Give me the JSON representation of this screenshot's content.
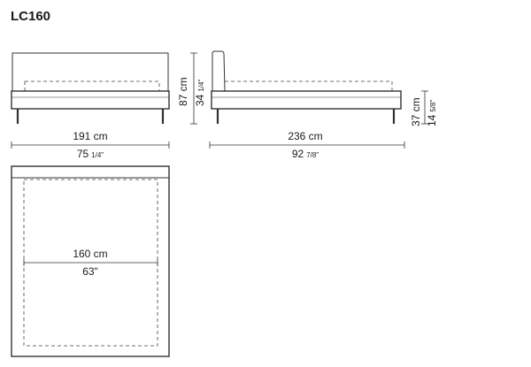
{
  "model": "LC160",
  "front_view": {
    "height_total": "87 cm",
    "height_inch_whole": "34",
    "height_inch_frac": "1/4\"",
    "width_cm": "191 cm",
    "width_inch_whole": "75",
    "width_inch_frac": "1/4\""
  },
  "side_view": {
    "height_frame": "37 cm",
    "height_inch_whole": "14",
    "height_inch_frac": "5/8\"",
    "length_cm": "236 cm",
    "length_inch_whole": "92",
    "length_inch_frac": "7/8\""
  },
  "plan_view": {
    "mattress_width_cm": "160 cm",
    "mattress_width_inch": "63\""
  },
  "colors": {
    "line": "#333333",
    "text": "#1a1a1a"
  }
}
